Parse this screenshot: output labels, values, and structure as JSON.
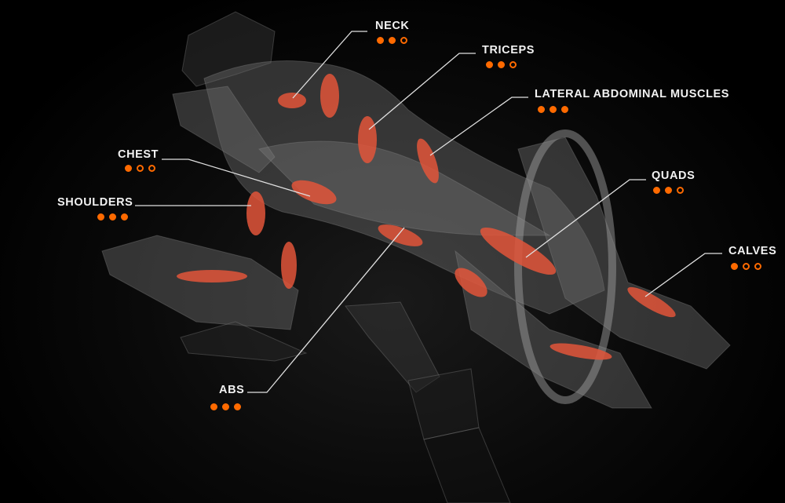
{
  "accent_color": "#ff6a00",
  "muscles": [
    {
      "id": "neck",
      "label": "NECK",
      "rating": 2,
      "max": 3
    },
    {
      "id": "triceps",
      "label": "TRICEPS",
      "rating": 2,
      "max": 3
    },
    {
      "id": "lateral-abs",
      "label": "LATERAL ABDOMINAL MUSCLES",
      "rating": 3,
      "max": 3
    },
    {
      "id": "chest",
      "label": "CHEST",
      "rating": 1,
      "max": 3
    },
    {
      "id": "shoulders",
      "label": "SHOULDERS",
      "rating": 3,
      "max": 3
    },
    {
      "id": "quads",
      "label": "QUADS",
      "rating": 2,
      "max": 3
    },
    {
      "id": "calves",
      "label": "CALVES",
      "rating": 1,
      "max": 3
    },
    {
      "id": "abs",
      "label": "ABS",
      "rating": 3,
      "max": 3
    }
  ]
}
